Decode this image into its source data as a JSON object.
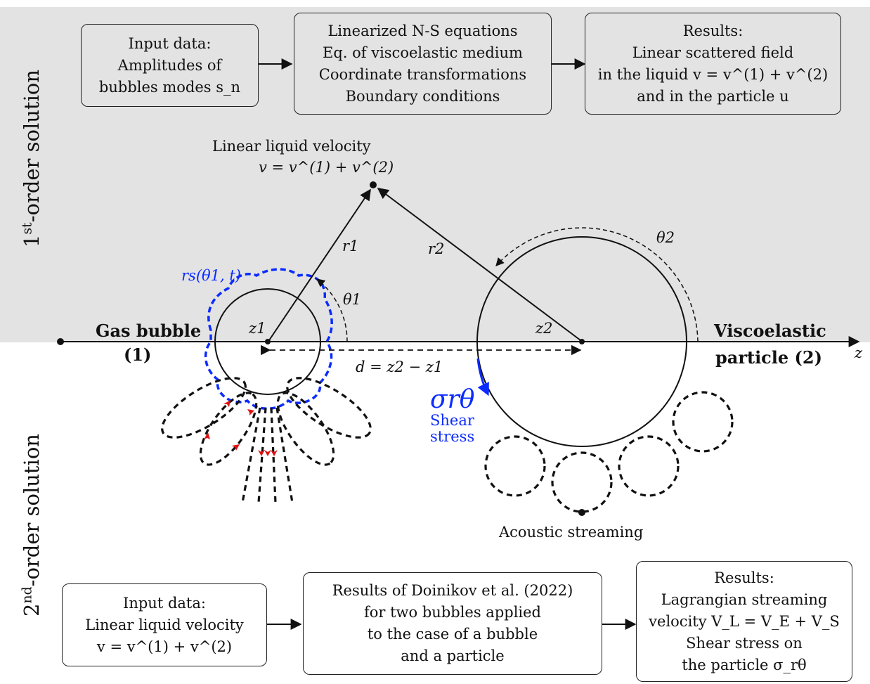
{
  "first_order": {
    "side_label_main": "1",
    "side_label_sup": "st",
    "side_label_rest": "-order solution",
    "box_input": [
      "Input data:",
      "Amplitudes of",
      "bubbles modes s_n"
    ],
    "box_equations": [
      "Linearized N-S equations",
      "Eq. of viscoelastic medium",
      "Coordinate transformations",
      "Boundary conditions"
    ],
    "box_results": [
      "Results:",
      "Linear scattered field",
      "in the liquid v = v^(1) + v^(2)",
      "and in the particle u"
    ]
  },
  "second_order": {
    "side_label_main": "2",
    "side_label_sup": "nd",
    "side_label_rest": "-order solution",
    "box_input": [
      "Input data:",
      "Linear liquid velocity",
      "v = v^(1) + v^(2)"
    ],
    "box_method": [
      "Results of Doinikov et al. (2022)",
      "for two bubbles applied",
      "to the case of a bubble",
      "and a particle"
    ],
    "box_results": [
      "Results:",
      "Lagrangian streaming",
      "velocity V_L = V_E + V_S",
      "Shear stress on",
      "the particle σ_rθ"
    ]
  },
  "labels": {
    "linear_velocity_title": "Linear liquid velocity",
    "linear_velocity_eq": "v = v^(1) + v^(2)",
    "r1": "r1",
    "r2": "r2",
    "theta1": "θ1",
    "theta2": "θ2",
    "rs": "rs(θ1, t)",
    "z1": "z1",
    "z2": "z2",
    "z_axis": "z",
    "distance": "d = z2 − z1",
    "gas_bubble": "Gas bubble",
    "gas_bubble_index": "(1)",
    "particle": "Viscoelastic",
    "particle_index": "particle (2)",
    "sigma": "σrθ",
    "shear": "Shear",
    "stress": "stress",
    "acoustic_streaming": "Acoustic streaming"
  },
  "colors": {
    "top_background": "#e3e3e3",
    "bubble_surface": "#0b2bff",
    "streaming_arrows": "#e01010",
    "shear_label": "#0b2bff"
  }
}
